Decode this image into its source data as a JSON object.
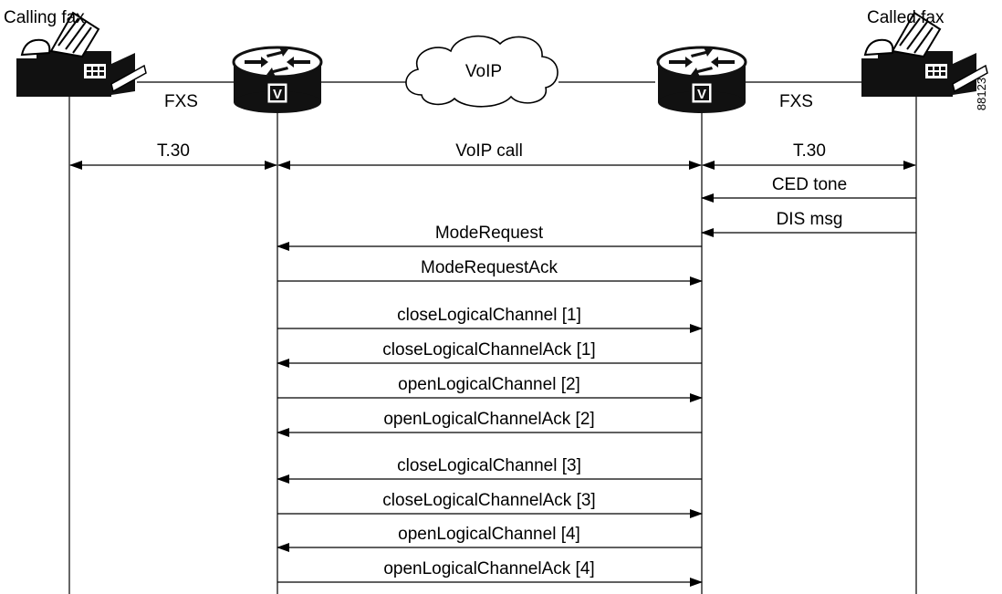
{
  "labels": {
    "calling_fax": "Calling fax",
    "called_fax": "Called fax",
    "fxs_left": "FXS",
    "fxs_right": "FXS",
    "cloud": "VoIP",
    "router_badge_left": "V",
    "router_badge_right": "V",
    "figure_id": "88123"
  },
  "legs": {
    "t30_left": "T.30",
    "voip_call": "VoIP call",
    "t30_right": "T.30"
  },
  "messages": [
    {
      "label": "CED tone",
      "from": "called_fax",
      "to": "gateway_right"
    },
    {
      "label": "DIS msg",
      "from": "called_fax",
      "to": "gateway_right"
    },
    {
      "label": "ModeRequest",
      "from": "gateway_right",
      "to": "gateway_left"
    },
    {
      "label": "ModeRequestAck",
      "from": "gateway_left",
      "to": "gateway_right"
    },
    {
      "label": "closeLogicalChannel [1]",
      "from": "gateway_left",
      "to": "gateway_right"
    },
    {
      "label": "closeLogicalChannelAck [1]",
      "from": "gateway_right",
      "to": "gateway_left"
    },
    {
      "label": "openLogicalChannel [2]",
      "from": "gateway_left",
      "to": "gateway_right"
    },
    {
      "label": "openLogicalChannelAck [2]",
      "from": "gateway_right",
      "to": "gateway_left"
    },
    {
      "label": "closeLogicalChannel [3]",
      "from": "gateway_right",
      "to": "gateway_left"
    },
    {
      "label": "closeLogicalChannelAck [3]",
      "from": "gateway_left",
      "to": "gateway_right"
    },
    {
      "label": "openLogicalChannel [4]",
      "from": "gateway_right",
      "to": "gateway_left"
    },
    {
      "label": "openLogicalChannelAck [4]",
      "from": "gateway_left",
      "to": "gateway_right"
    }
  ]
}
